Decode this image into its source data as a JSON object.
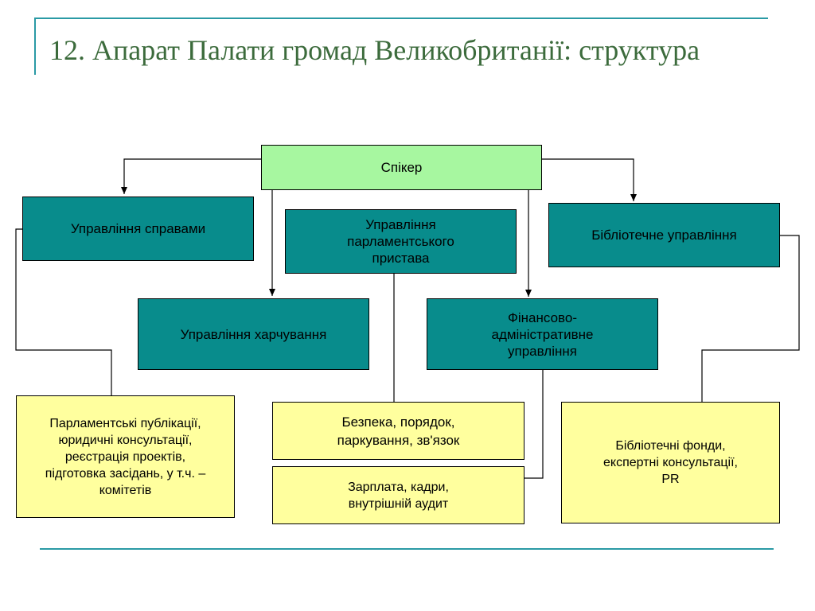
{
  "title": "12. Апарат Палати громад Великобританії: структура",
  "nodes": {
    "speaker": "Спікер",
    "office_affairs": "Управління справами",
    "serjeant_at_arms": "Управління\nпарламентського\nпристава",
    "library": "Бібліотечне управління",
    "catering": "Управління харчування",
    "finance_admin": "Фінансово-\nадміністративне\nуправління",
    "publications": "Парламентські публікації,\nюридичні консультації,\nреєстрація проектів,\nпідготовка засідань, у т.ч. –\nкомітетів",
    "security": "Безпека, порядок,\nпаркування, зв'язок",
    "salary": "Зарплата, кадри,\nвнутрішній аудит",
    "library_funds": "Бібліотечні фонди,\nекспертні консультації,\nPR"
  },
  "colors": {
    "title": "#3c6b3c",
    "accent_line": "#2a9aa5",
    "speaker_fill": "#a7f7a0",
    "department_fill": "#088c8c",
    "service_fill": "#ffff9e"
  }
}
